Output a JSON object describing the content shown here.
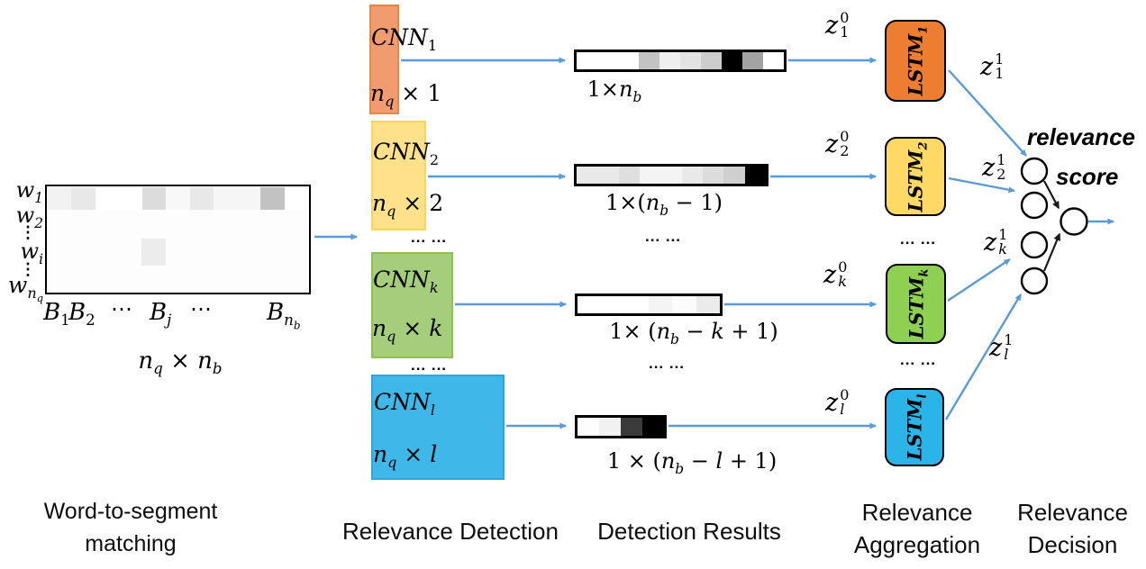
{
  "colors": {
    "arrow_blue": "#5B9BD5",
    "arrow_black": "#1a1a1a",
    "node_fill": "#ffffff",
    "node_stroke": "#000000",
    "cnn_fills": [
      "#F19C6E",
      "#FFE18C",
      "#A5CE7C",
      "#3FB7E9"
    ],
    "cnn_borders": [
      "#E98647",
      "#F8D45E",
      "#90C052",
      "#28A8DC"
    ],
    "lstm_fills": [
      "#ED7D31",
      "#FED966",
      "#8ED051",
      "#2BB4E8"
    ]
  },
  "dots_h": "... ...",
  "dots_v": "⋮",
  "matrix": {
    "row_labels": {
      "r1": {
        "v": "w",
        "sub": "1"
      },
      "r2": {
        "v": "w",
        "sub": "2"
      },
      "ri": {
        "v": "w",
        "sub": "i"
      },
      "rn": {
        "v": "w",
        "sub": "n",
        "subsub": "q"
      }
    },
    "col_labels": {
      "c1": {
        "v": "B",
        "sub": "1"
      },
      "c2": {
        "v": "B",
        "sub": "2"
      },
      "dots": "⋯",
      "cj": {
        "v": "B",
        "sub": "j"
      },
      "cn": {
        "v": "B",
        "sub": "n",
        "subsub": "b"
      }
    },
    "dim": {
      "v1": "n",
      "s1": "q",
      "times": " × ",
      "v2": "n",
      "s2": "b"
    },
    "heat_top_row": [
      "#f2f2f2",
      "#e8e8e8",
      "#ffffff",
      "#ffffff",
      "#dcdcdc",
      "#f8f8f8",
      "#e8e8e8",
      "#f6f6f6",
      "#f6f6f6",
      "#c2c2c2",
      "#ffffff"
    ],
    "heat_mid_cell": "#ececec"
  },
  "cnn": [
    {
      "name": "CNN",
      "sub": "1",
      "dim": {
        "v": "n",
        "s": "q",
        "times": " × ",
        "k": "1"
      }
    },
    {
      "name": "CNN",
      "sub": "2",
      "dim": {
        "v": "n",
        "s": "q",
        "times": " × ",
        "k": "2"
      }
    },
    {
      "name": "CNN",
      "sub": "k",
      "dim": {
        "v": "n",
        "s": "q",
        "times": " × ",
        "k": "k"
      }
    },
    {
      "name": "CNN",
      "sub": "l",
      "dim": {
        "v": "n",
        "s": "q",
        "times": " × ",
        "k": "l"
      }
    }
  ],
  "bars": [
    {
      "cells": [
        "#ffffff",
        "#ffffff",
        "#ffffff",
        "#c3c3c3",
        "#efefef",
        "#e2e2e2",
        "#cccccc",
        "#000000",
        "#a3a3a3",
        "#ffffff"
      ],
      "label": [
        {
          "t": "1×"
        },
        {
          "v": "n",
          "s": "b"
        }
      ]
    },
    {
      "cells": [
        "#e9e9e9",
        "#e9e9e9",
        "#dedede",
        "#f4f4f4",
        "#f4f4f4",
        "#e9e9e9",
        "#dcdcdc",
        "#cfcfcf",
        "#000000"
      ],
      "label": [
        {
          "t": "1×("
        },
        {
          "v": "n",
          "s": "b"
        },
        {
          "t": " − 1)"
        }
      ]
    },
    {
      "cells": [
        "#ffffff",
        "#ffffff",
        "#ffffff",
        "#f4f4f4",
        "#fcfcfc",
        "#ebebeb"
      ],
      "label": [
        {
          "t": "1× ("
        },
        {
          "v": "n",
          "s": "b"
        },
        {
          "t": " − "
        },
        {
          "v": "k"
        },
        {
          "t": " + 1)"
        }
      ]
    },
    {
      "cells": [
        "#fdfdfd",
        "#f1f1f1",
        "#3b3b3b",
        "#000000"
      ],
      "label": [
        {
          "t": "1 × ("
        },
        {
          "v": "n",
          "s": "b"
        },
        {
          "t": " − "
        },
        {
          "v": "l"
        },
        {
          "t": " + 1)"
        }
      ]
    }
  ],
  "lstm": [
    {
      "name": "LSTM",
      "sub": "1",
      "z_in": {
        "b": "z",
        "sub": "1",
        "sup": "0"
      },
      "z_out": {
        "b": "z",
        "sub": "1",
        "sup": "1"
      }
    },
    {
      "name": "LSTM",
      "sub": "2",
      "z_in": {
        "b": "z",
        "sub": "2",
        "sup": "0"
      },
      "z_out": {
        "b": "z",
        "sub": "2",
        "sup": "1"
      }
    },
    {
      "name": "LSTM",
      "sub": "k",
      "z_in": {
        "b": "z",
        "sub": "k",
        "sup": "0"
      },
      "z_out": {
        "b": "z",
        "sub": "k",
        "sup": "1"
      }
    },
    {
      "name": "LSTM",
      "sub": "l",
      "z_in": {
        "b": "z",
        "sub": "l",
        "sup": "0"
      },
      "z_out": {
        "b": "z",
        "sub": "l",
        "sup": "1"
      }
    }
  ],
  "decision": {
    "relevance": "relevance",
    "score": "score"
  },
  "captions": {
    "matching1": "Word-to-segment",
    "matching2": "matching",
    "detection": "Relevance Detection",
    "results": "Detection Results",
    "aggregation1": "Relevance",
    "aggregation2": "Aggregation",
    "decision1": "Relevance",
    "decision2": "Decision"
  }
}
